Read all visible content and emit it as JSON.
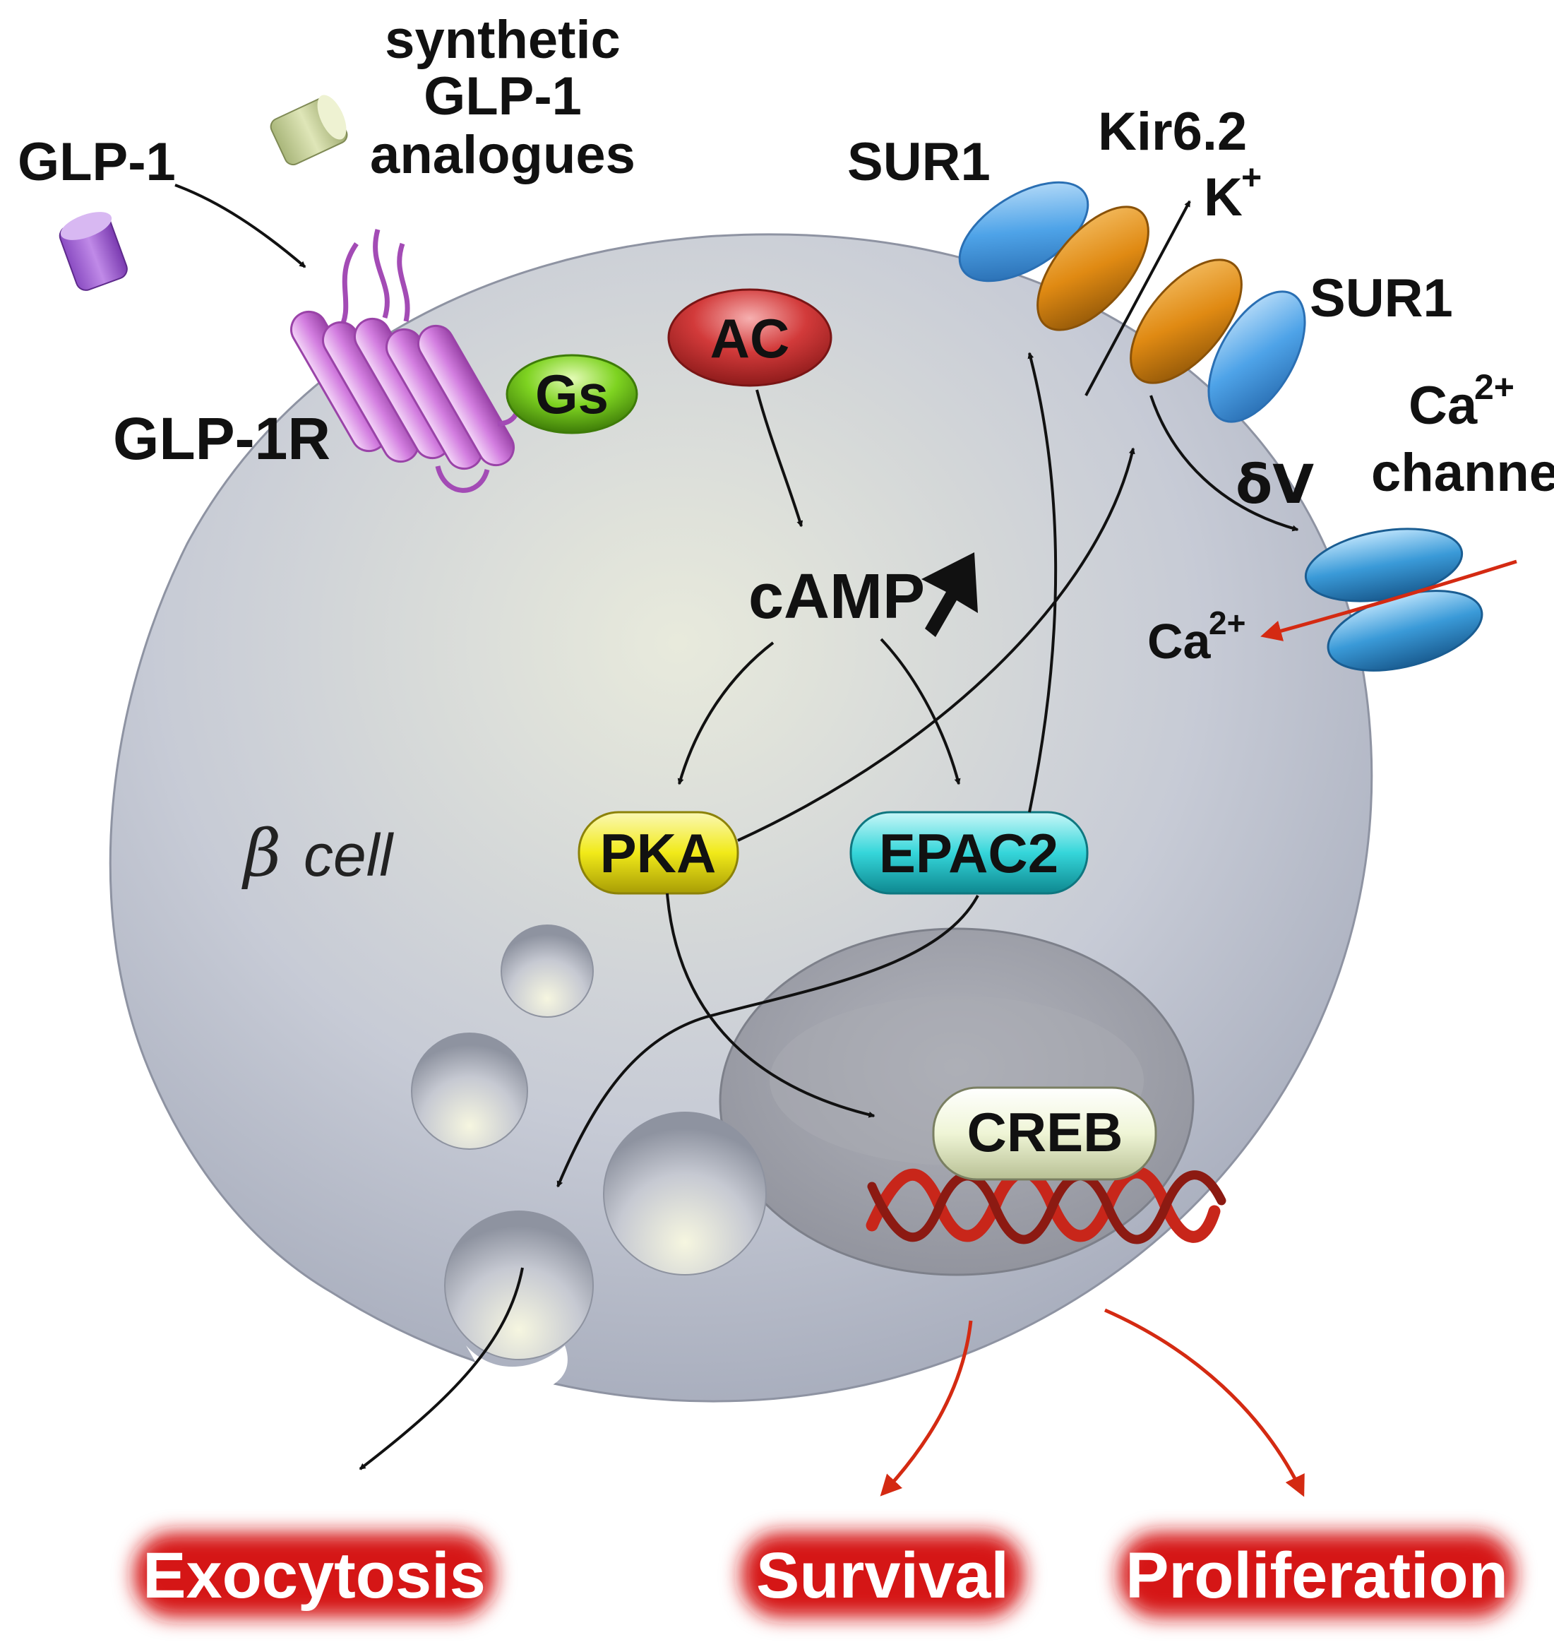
{
  "labels": {
    "synthetic_line1": "synthetic",
    "synthetic_line2": "GLP-1",
    "synthetic_line3": "analogues",
    "glp1": "GLP-1",
    "glp1r": "GLP-1R",
    "gs": "Gs",
    "ac": "AC",
    "camp": "cAMP",
    "pka": "PKA",
    "epac2": "EPAC2",
    "creb": "CREB",
    "beta_symbol": "β",
    "beta_cell_word": "cell",
    "sur1_left": "SUR1",
    "sur1_right": "SUR1",
    "kir": "Kir6.2",
    "k_base": "K",
    "k_sup": "+",
    "ca_channel_base": "Ca",
    "ca_channel_sup": "2+",
    "ca_channel_word": "channel",
    "delta_v": "δV",
    "ca_ion_base": "Ca",
    "ca_ion_sup": "2+"
  },
  "outcomes": {
    "exocytosis": "Exocytosis",
    "survival": "Survival",
    "proliferation": "Proliferation"
  },
  "colors": {
    "cell_fill": "#c9cdd9",
    "nucleus_fill": "#9c9ea8",
    "receptor": "#d37ee0",
    "gs": "#7ed321",
    "ac": "#d03a3a",
    "pka": "#f1ea19",
    "epac2": "#35d6da",
    "sur1": "#4ea3e8",
    "kir": "#e08a13",
    "ca_channel": "#3a9ad8",
    "outcome_glow": "#d51414",
    "red_arrow": "#d42a12"
  }
}
